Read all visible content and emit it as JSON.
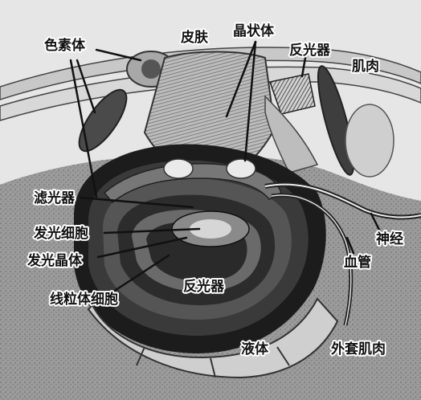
{
  "labels": {
    "pigment_body": "色素体",
    "skin": "皮肤",
    "crystal_body": "晶状体",
    "reflector_top": "反光器",
    "muscle": "肌肉",
    "filter": "滤光器",
    "photocyte": "发光细胞",
    "photogenic_crystal": "发光晶体",
    "mitochondria_cell": "线粒体细胞",
    "reflector_center": "反光器",
    "nerve": "神经",
    "blood_vessel": "血管",
    "liquid": "液体",
    "outer_sheath_muscle": "外套肌肉"
  }
}
